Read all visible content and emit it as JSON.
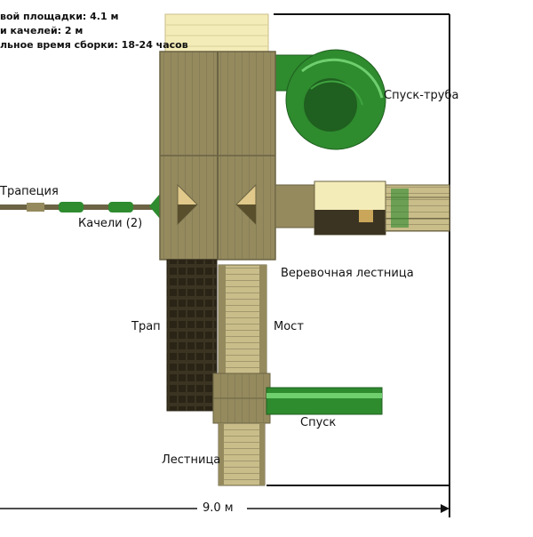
{
  "specs": [
    "вой площадки:  4.1 м",
    "и качелей: 2 м",
    "льное время сборки: 18-24 часов"
  ],
  "labels": {
    "tube_slide": "Спуск-труба",
    "trapeze": "Трапеция",
    "swings": "Качели (2)",
    "rope_ladder": "Веревочная лестница",
    "ramp": "Трап",
    "bridge": "Мост",
    "slide": "Спуск",
    "ladder": "Лестница",
    "width": "9.0 м"
  },
  "colors": {
    "wood": "#948a5e",
    "wood_dark": "#6b6343",
    "roof_top": "#f4ecb8",
    "green": "#2e8b2e",
    "green_dark": "#1f5f1f",
    "frame": "#111111"
  }
}
